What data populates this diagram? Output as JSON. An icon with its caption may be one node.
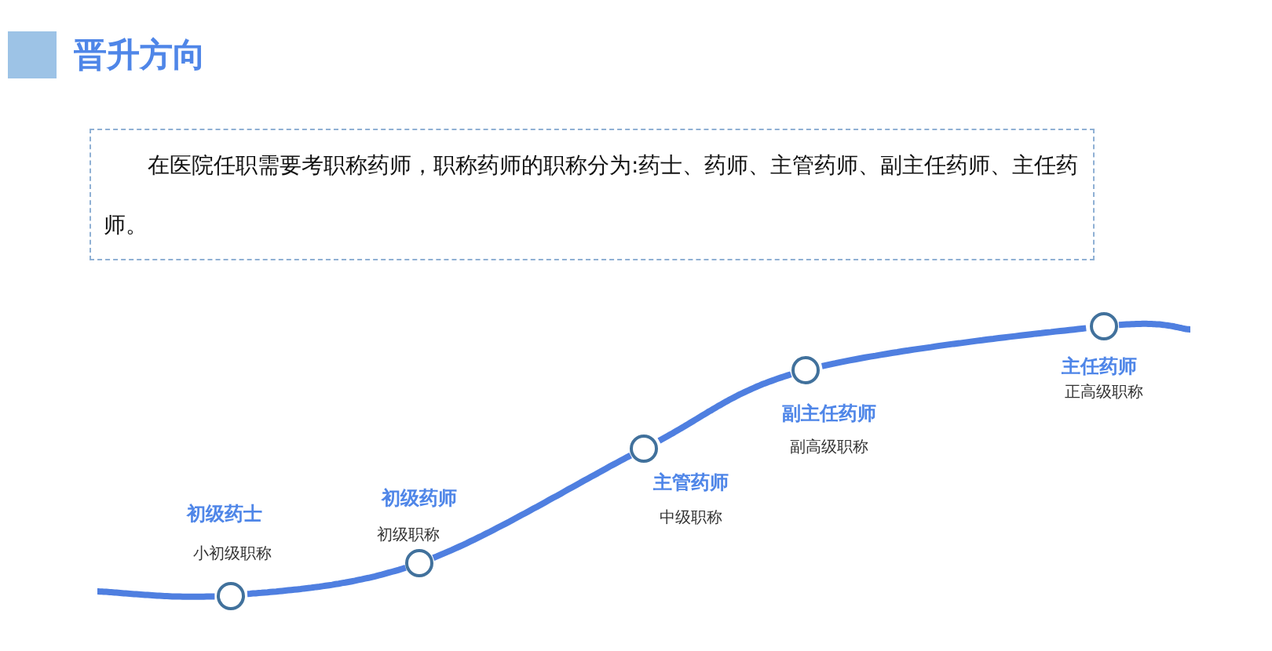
{
  "diagram": {
    "title": "晋升方向",
    "nodes": [
      {
        "text": [
          "在医院任职需要考职称药师，职称药师的职称分为:药士、药师、主管药师、副主任药师、主任药师。"
        ]
      },
      {
        "text": [],
        "shape": "circle",
        "beside": [
          "初级药士",
          "小初级职称"
        ]
      },
      {
        "text": [],
        "shape": "circle",
        "beside": [
          "初级药师",
          "初级职称"
        ]
      },
      {
        "text": [],
        "shape": "circle",
        "beside": [
          "主管药师",
          "中级职称"
        ]
      },
      {
        "text": [],
        "shape": "circle",
        "beside": [
          "副主任药师",
          "副高级职称"
        ]
      },
      {
        "text": [],
        "shape": "circle",
        "beside": [
          "主任药师",
          "正高级职称"
        ]
      }
    ],
    "edges": [
      {
        "from": null,
        "to": 1,
        "arrow": "none"
      },
      {
        "from": 1,
        "to": 2,
        "arrow": "none"
      },
      {
        "from": 2,
        "to": 3,
        "arrow": "none"
      },
      {
        "from": 3,
        "to": 4,
        "arrow": "none"
      },
      {
        "from": 4,
        "to": 5,
        "arrow": "none"
      },
      {
        "from": 5,
        "to": null,
        "arrow": "none"
      }
    ]
  }
}
